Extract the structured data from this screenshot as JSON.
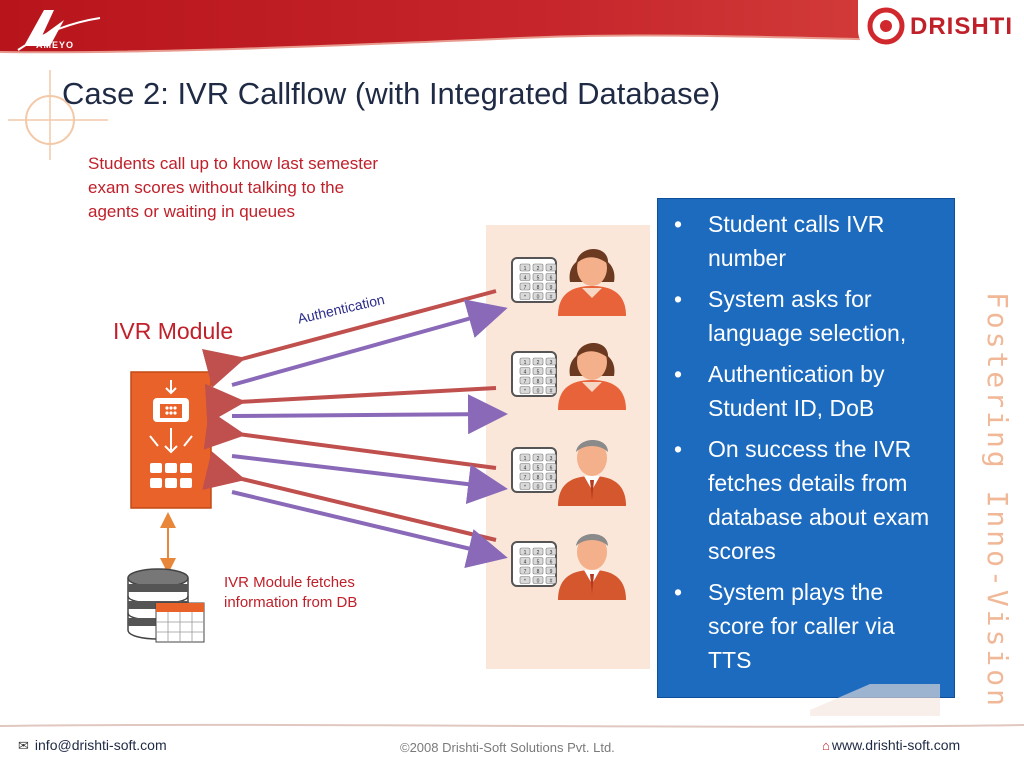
{
  "brand": {
    "left_logo_text": "AMEYO",
    "right_logo_text": "DRISHTI",
    "vertical_tagline": "Fostering   Inno-Vision",
    "colors": {
      "red": "#c0202a",
      "blue": "#1d6bbf",
      "orange": "#e8622a",
      "purple": "#8a6ab8"
    }
  },
  "slide": {
    "title": "Case 2: IVR Callflow (with Integrated Database)",
    "intro": "Students call up to know last semester exam scores without talking to the agents or waiting in queues"
  },
  "diagram": {
    "ivr_label": "IVR Module",
    "auth_label": "Authentication",
    "db_label": "IVR Module fetches information from DB",
    "keypad_keys": [
      "1",
      "2",
      "3",
      "4",
      "5",
      "6",
      "7",
      "8",
      "9",
      "*",
      "0",
      "#"
    ],
    "callers": [
      "female-caller-1",
      "female-caller-2",
      "male-caller-1",
      "male-caller-2"
    ]
  },
  "info": {
    "bullet_symbol": "•",
    "items": [
      "Student calls IVR number",
      "System asks for language selection,",
      "Authentication by Student ID, DoB",
      "On success the IVR fetches details from database about exam scores",
      "System plays the score for caller via TTS"
    ]
  },
  "footer": {
    "email": "info@drishti-soft.com",
    "copyright": "©2008 Drishti-Soft Solutions Pvt. Ltd.",
    "website": "www.drishti-soft.com"
  }
}
